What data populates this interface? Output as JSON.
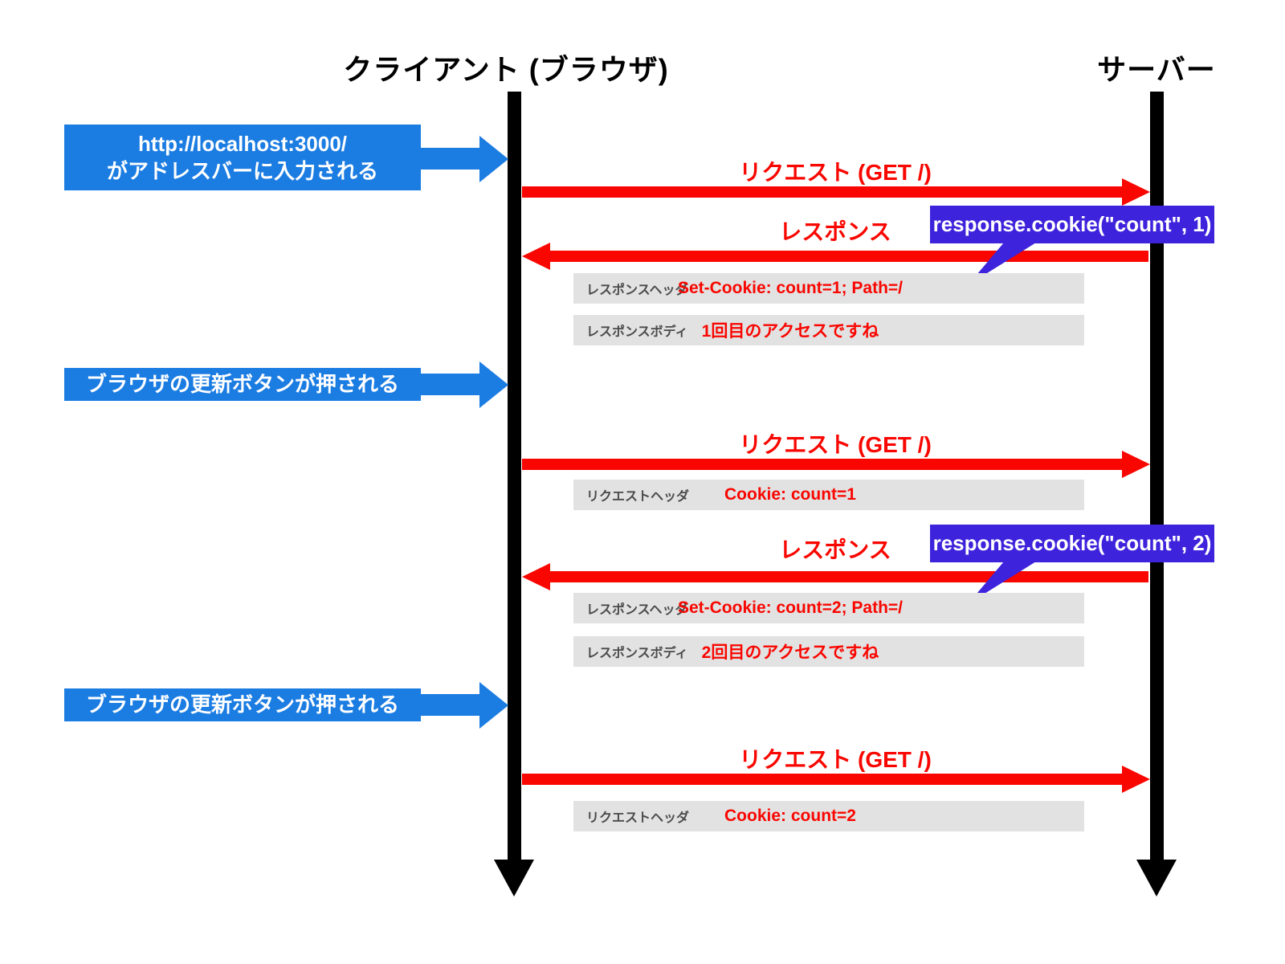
{
  "colors": {
    "event_blue": "#1b7ce2",
    "message_red": "#f90600",
    "callout_purple": "#3d23dc",
    "detail_gray": "#e2e2e2",
    "detail_label_gray": "#4a4a4a",
    "lifeline_black": "#000000"
  },
  "lifelines": {
    "client": {
      "title": "クライアント (ブラウザ)"
    },
    "server": {
      "title": "サーバー"
    }
  },
  "events": [
    {
      "line1": "http://localhost:3000/",
      "line2": "がアドレスバーに入力される"
    },
    {
      "line1": "ブラウザの更新ボタンが押される"
    },
    {
      "line1": "ブラウザの更新ボタンが押される"
    }
  ],
  "messages": {
    "request1": {
      "label": "リクエスト (GET /)"
    },
    "response1": {
      "label": "レスポンス",
      "code": "response.cookie(\"count\", 1)"
    },
    "request2": {
      "label": "リクエスト (GET /)"
    },
    "response2": {
      "label": "レスポンス",
      "code": "response.cookie(\"count\", 2)"
    },
    "request3": {
      "label": "リクエスト (GET /)"
    }
  },
  "details": [
    {
      "label": "レスポンスヘッダ",
      "value": "Set-Cookie: count=1; Path=/"
    },
    {
      "label": "レスポンスボディ",
      "value": "1回目のアクセスですね"
    },
    {
      "label": "リクエストヘッダ",
      "value": "Cookie: count=1"
    },
    {
      "label": "レスポンスヘッダ",
      "value": "Set-Cookie: count=2; Path=/"
    },
    {
      "label": "レスポンスボディ",
      "value": "2回目のアクセスですね"
    },
    {
      "label": "リクエストヘッダ",
      "value": "Cookie: count=2"
    }
  ]
}
